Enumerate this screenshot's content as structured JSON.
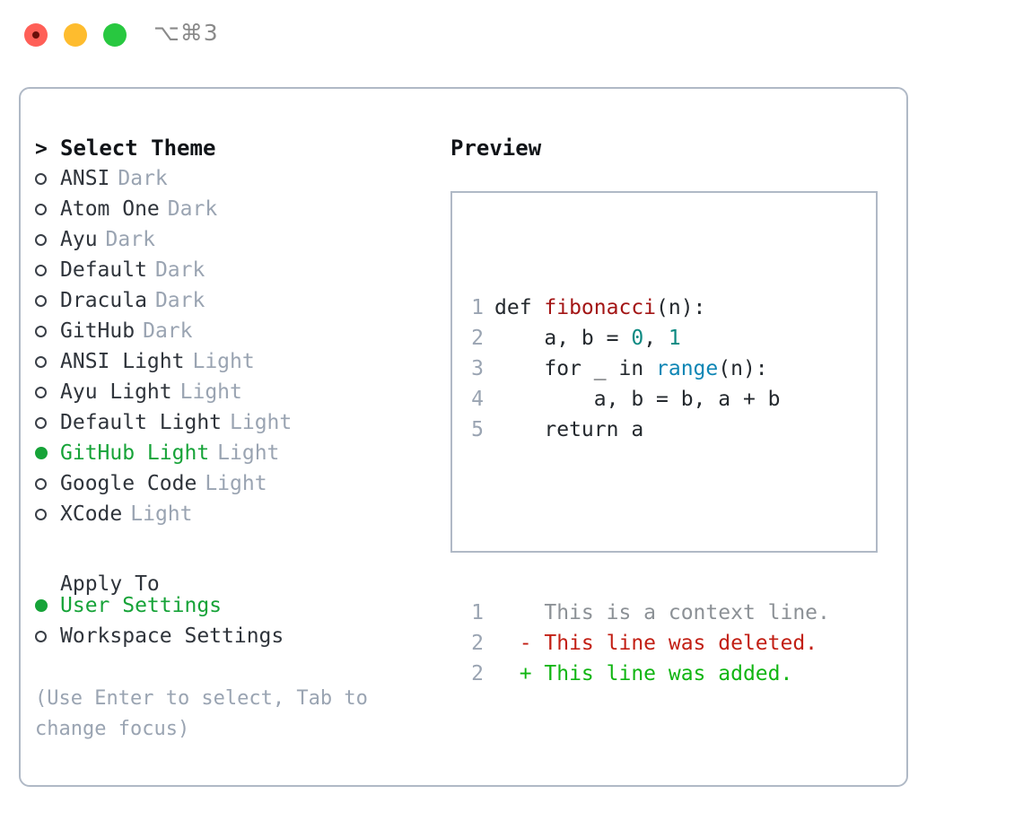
{
  "titlebar": {
    "shortcut": "⌥⌘3",
    "buttons": [
      {
        "name": "close",
        "color": "#ff5f57"
      },
      {
        "name": "minimize",
        "color": "#febc2e"
      },
      {
        "name": "maximize",
        "color": "#28c840"
      }
    ]
  },
  "theme_picker": {
    "header_marker": ">",
    "header": "Select Theme",
    "items": [
      {
        "name": "ANSI",
        "variant": "Dark",
        "selected": false
      },
      {
        "name": "Atom One",
        "variant": "Dark",
        "selected": false
      },
      {
        "name": "Ayu",
        "variant": "Dark",
        "selected": false
      },
      {
        "name": "Default",
        "variant": "Dark",
        "selected": false
      },
      {
        "name": "Dracula",
        "variant": "Dark",
        "selected": false
      },
      {
        "name": "GitHub",
        "variant": "Dark",
        "selected": false
      },
      {
        "name": "ANSI Light",
        "variant": "Light",
        "selected": false
      },
      {
        "name": "Ayu Light",
        "variant": "Light",
        "selected": false
      },
      {
        "name": "Default Light",
        "variant": "Light",
        "selected": false
      },
      {
        "name": "GitHub Light",
        "variant": "Light",
        "selected": true
      },
      {
        "name": "Google Code",
        "variant": "Light",
        "selected": false
      },
      {
        "name": "XCode",
        "variant": "Light",
        "selected": false
      }
    ]
  },
  "apply_to": {
    "title": "Apply To",
    "options": [
      {
        "label": "User Settings",
        "selected": true
      },
      {
        "label": "Workspace Settings",
        "selected": false
      }
    ]
  },
  "hint": "(Use Enter to select, Tab to change focus)",
  "preview": {
    "title": "Preview",
    "code_lines": [
      {
        "n": "1",
        "indent": 0,
        "tokens": [
          {
            "t": "def ",
            "c": "plain"
          },
          {
            "t": "fibonacci",
            "c": "fn"
          },
          {
            "t": "(n):",
            "c": "plain"
          }
        ]
      },
      {
        "n": "2",
        "indent": 4,
        "tokens": [
          {
            "t": "a, b = ",
            "c": "plain"
          },
          {
            "t": "0",
            "c": "num"
          },
          {
            "t": ", ",
            "c": "plain"
          },
          {
            "t": "1",
            "c": "num"
          }
        ]
      },
      {
        "n": "3",
        "indent": 4,
        "tokens": [
          {
            "t": "for _ in ",
            "c": "plain"
          },
          {
            "t": "range",
            "c": "call"
          },
          {
            "t": "(n):",
            "c": "plain"
          }
        ]
      },
      {
        "n": "4",
        "indent": 8,
        "tokens": [
          {
            "t": "a, b = b, a + b",
            "c": "plain"
          }
        ]
      },
      {
        "n": "5",
        "indent": 4,
        "tokens": [
          {
            "t": "return a",
            "c": "plain"
          }
        ]
      }
    ],
    "diff_lines": [
      {
        "n": "1",
        "marker": " ",
        "text": "This is a context line.",
        "kind": "ctx"
      },
      {
        "n": "2",
        "marker": "-",
        "text": "This line was deleted.",
        "kind": "del"
      },
      {
        "n": "2",
        "marker": "+",
        "text": "This line was added.",
        "kind": "add"
      }
    ]
  },
  "colors": {
    "accent_green": "#16a338",
    "muted": "#9aa4b2",
    "border": "#b0b9c6",
    "diff_add": "#10b512",
    "diff_del": "#c21f14",
    "syntax_fn": "#a31515",
    "syntax_call": "#0f86b5",
    "syntax_num": "#0d8a82"
  }
}
